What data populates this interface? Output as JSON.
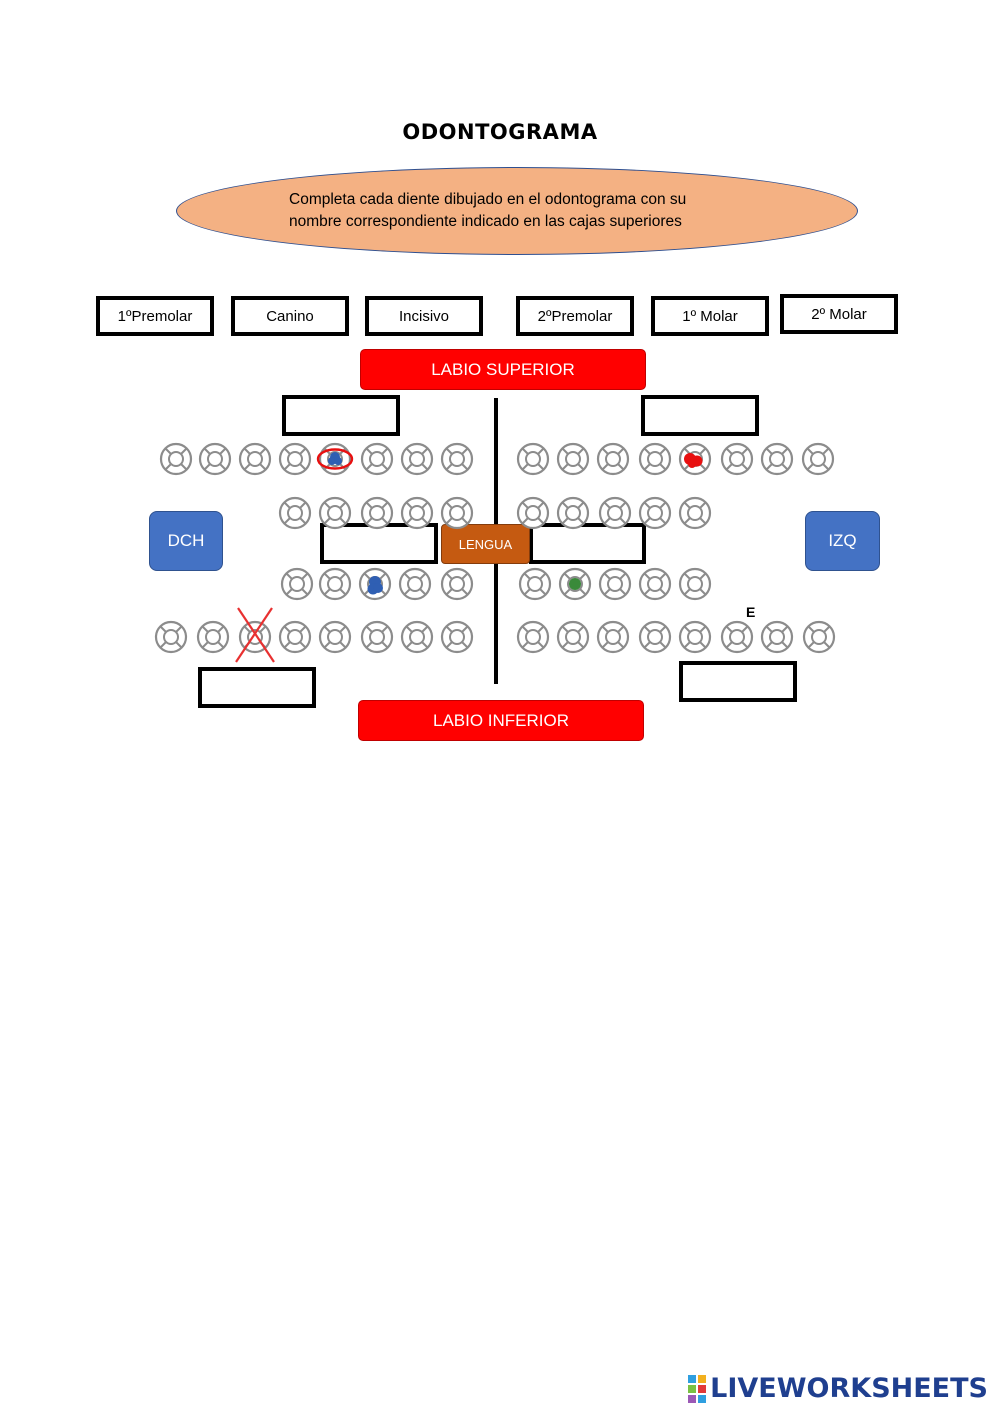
{
  "title": "ODONTOGRAMA",
  "instruction": "Completa cada diente dibujado en el odontograma con su nombre correspondiente indicado en las cajas superiores",
  "word_bank": [
    "1ºPremolar",
    "Canino",
    "Incisivo",
    "2ºPremolar",
    "1º Molar",
    "2º Molar"
  ],
  "labels": {
    "upper_lip": "LABIO SUPERIOR",
    "lower_lip": "LABIO INFERIOR",
    "right": "DCH",
    "left": "IZQ",
    "tongue": "LENGUA",
    "marker_e": "E"
  },
  "colors": {
    "ellipse": "#f4b183",
    "lip_bar": "#ff0000",
    "side_box": "#4472c4",
    "tongue": "#c55a11",
    "filling_blue": "#2f5fb3",
    "filling_red": "#e81010",
    "filling_green": "#3a8a3a"
  },
  "brand": {
    "text": "LIVEWORKSHEETS"
  }
}
